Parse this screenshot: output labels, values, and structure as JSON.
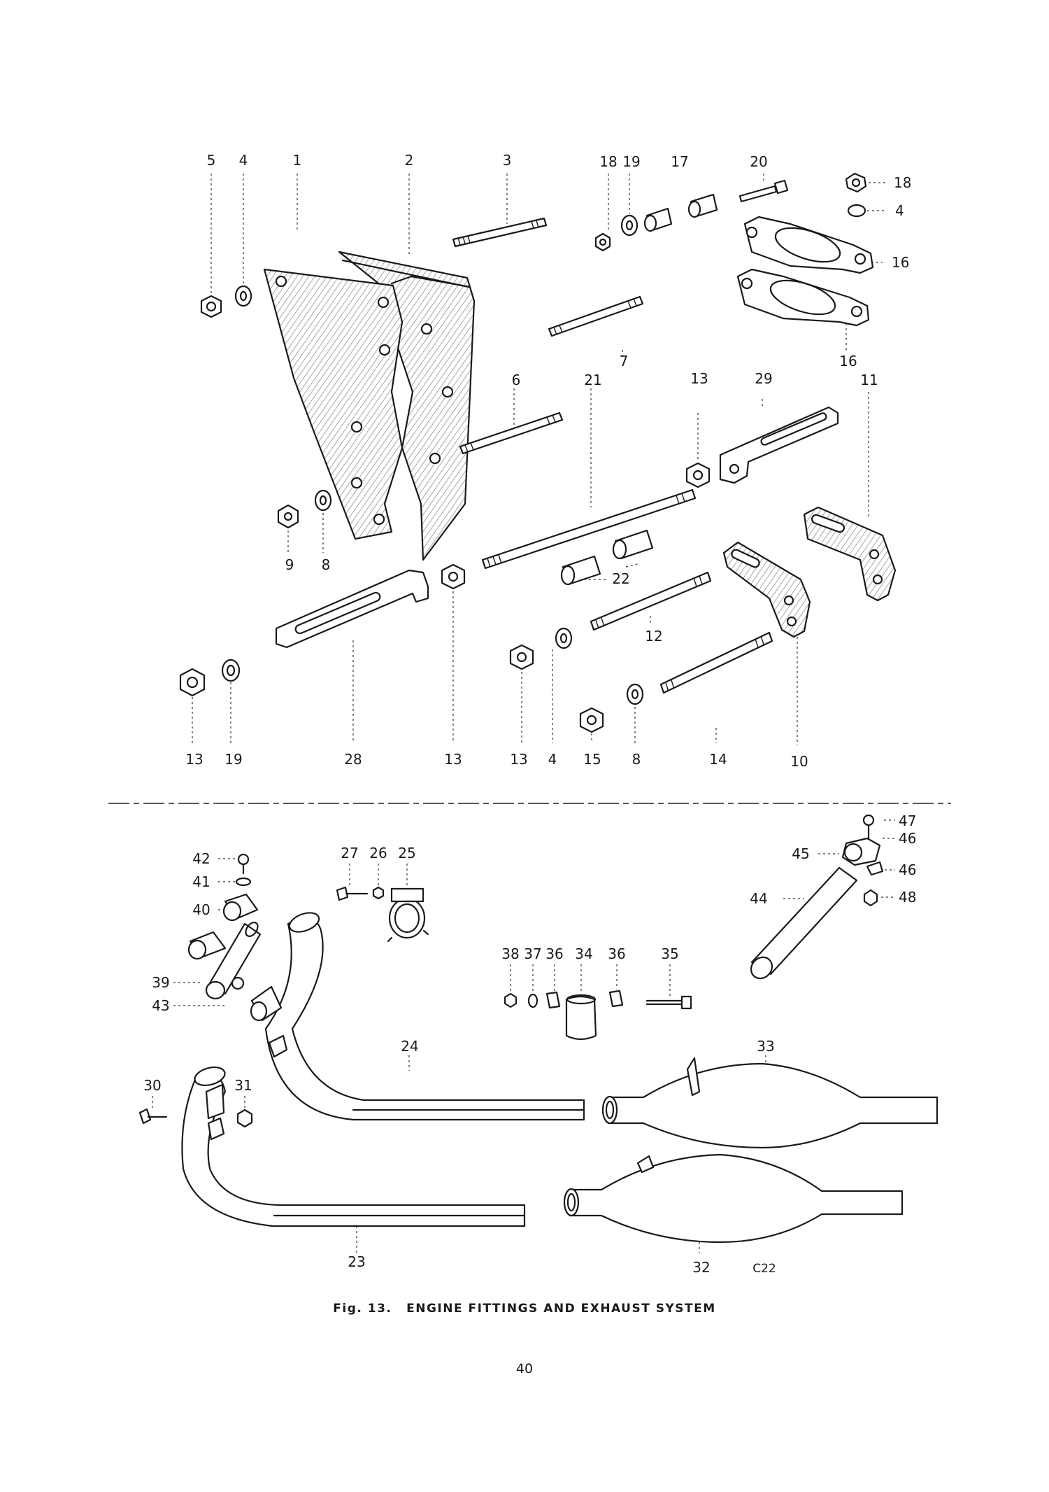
{
  "labels": {
    "l5": "5",
    "l4a": "4",
    "l1": "1",
    "l2": "2",
    "l3": "3",
    "l18a": "18",
    "l19a": "19",
    "l17": "17",
    "l20": "20",
    "l18b": "18",
    "l4b": "4",
    "l16a": "16",
    "l7": "7",
    "l16b": "16",
    "l6": "6",
    "l21": "21",
    "l13a": "13",
    "l29": "29",
    "l11": "11",
    "l9": "9",
    "l8a": "8",
    "l22": "22",
    "l12": "12",
    "l13b": "13",
    "l19b": "19",
    "l28": "28",
    "l13c": "13",
    "l13d": "13",
    "l4c": "4",
    "l15": "15",
    "l8b": "8",
    "l14": "14",
    "l10": "10",
    "l47": "47",
    "l46a": "46",
    "l45": "45",
    "l46b": "46",
    "l44": "44",
    "l48": "48",
    "l42": "42",
    "l41": "41",
    "l40": "40",
    "l39": "39",
    "l43": "43",
    "l27": "27",
    "l26": "26",
    "l25": "25",
    "l38": "38",
    "l37": "37",
    "l36a": "36",
    "l34": "34",
    "l36b": "36",
    "l35": "35",
    "l24": "24",
    "l33": "33",
    "l30": "30",
    "l31": "31",
    "l23": "23",
    "l32": "32",
    "lc22": "C22"
  },
  "caption": {
    "figure": "Fig. 13.",
    "title": "ENGINE FITTINGS AND EXHAUST SYSTEM"
  },
  "page_number": "40"
}
